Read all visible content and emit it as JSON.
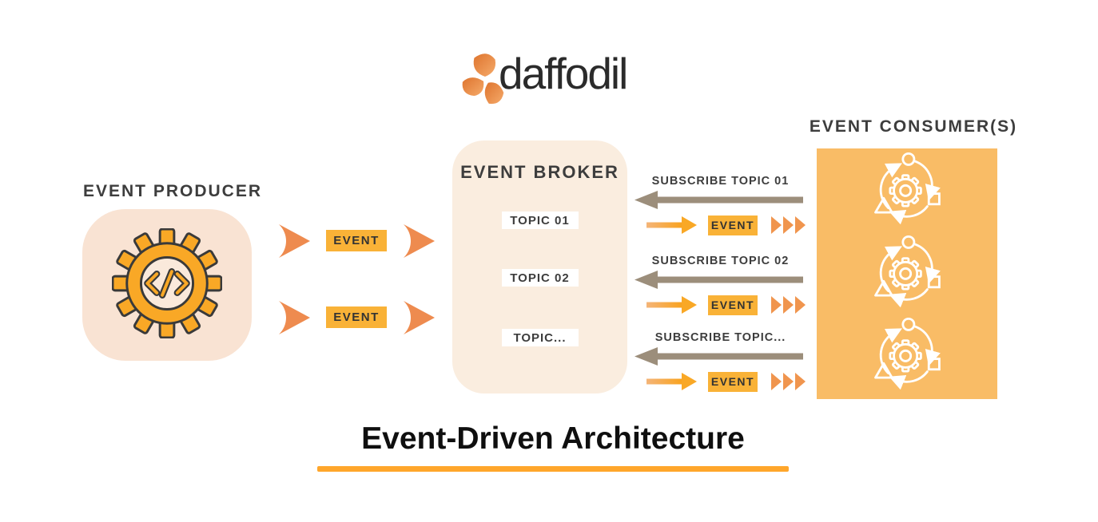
{
  "logo": {
    "text": "daffodil",
    "mark": "orange-petals"
  },
  "producer": {
    "title": "EVENT PRODUCER",
    "icon": "gear-with-code"
  },
  "producer_events": {
    "row1": "EVENT",
    "row2": "EVENT"
  },
  "broker": {
    "title": "EVENT BROKER",
    "topics": [
      "TOPIC 01",
      "TOPIC 02",
      "TOPIC..."
    ]
  },
  "subscriptions": [
    {
      "label": "SUBSCRIBE TOPIC 01",
      "event": "EVENT"
    },
    {
      "label": "SUBSCRIBE TOPIC 02",
      "event": "EVENT"
    },
    {
      "label": "SUBSCRIBE TOPIC...",
      "event": "EVENT"
    }
  ],
  "consumers": {
    "title": "EVENT CONSUMER(S)",
    "count": 3,
    "icon": "process-cycle-gear"
  },
  "footer": {
    "title": "Event-Driven Architecture"
  },
  "colors": {
    "producer_box": "#F9E3D3",
    "broker_box": "#FAEDDF",
    "consumer_box": "#F9BC66",
    "event_badge": "#F9B237",
    "gear_orange": "#F9A826",
    "chevron_orange": "#EE8B4F",
    "subscribe_arrow_taupe": "#9C8E7B",
    "underline_orange": "#FFA62B",
    "text_dark": "#3D3D3D"
  }
}
